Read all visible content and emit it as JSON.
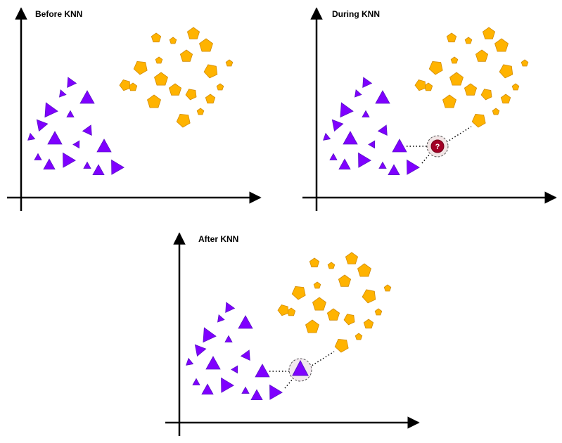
{
  "panels": {
    "before": {
      "title": "Before KNN"
    },
    "during": {
      "title": "During KNN",
      "query_symbol": "?"
    },
    "after": {
      "title": "After KNN"
    }
  },
  "colors": {
    "axis": "#000000",
    "class_a_fill": "#7f00ff",
    "class_a_stroke": "#5a13c6",
    "class_b_fill": "#ffb300",
    "class_b_stroke": "#d28b00",
    "query_fill": "#a20025",
    "query_halo": "#f2e6e6",
    "link": "#000000"
  },
  "legend_shapes": {
    "class_a": "triangle",
    "class_b": "pentagon",
    "query": "circle-question"
  }
}
